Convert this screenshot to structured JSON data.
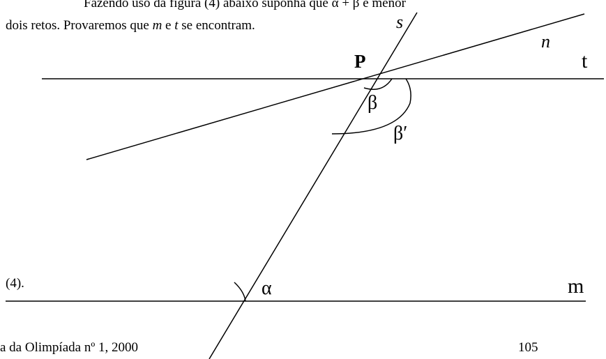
{
  "text": {
    "line1": "Fazendo uso da figura (4) abaixo suponha que α + β é menor",
    "line2_a": "dois retos. Provaremos que ",
    "line2_m": "m",
    "line2_b": " e ",
    "line2_t": "t",
    "line2_c": " se encontram.",
    "caption": "(4).",
    "footer_left": "a da Olimpíada  nº 1,   2000",
    "footer_right": "105"
  },
  "labels": {
    "s": "s",
    "n": "n",
    "P": "P",
    "t": "t",
    "beta": "β",
    "beta_prime": "β′",
    "alpha": "α",
    "m": "m"
  },
  "colors": {
    "ink": "#000000",
    "background": "#ffffff"
  }
}
